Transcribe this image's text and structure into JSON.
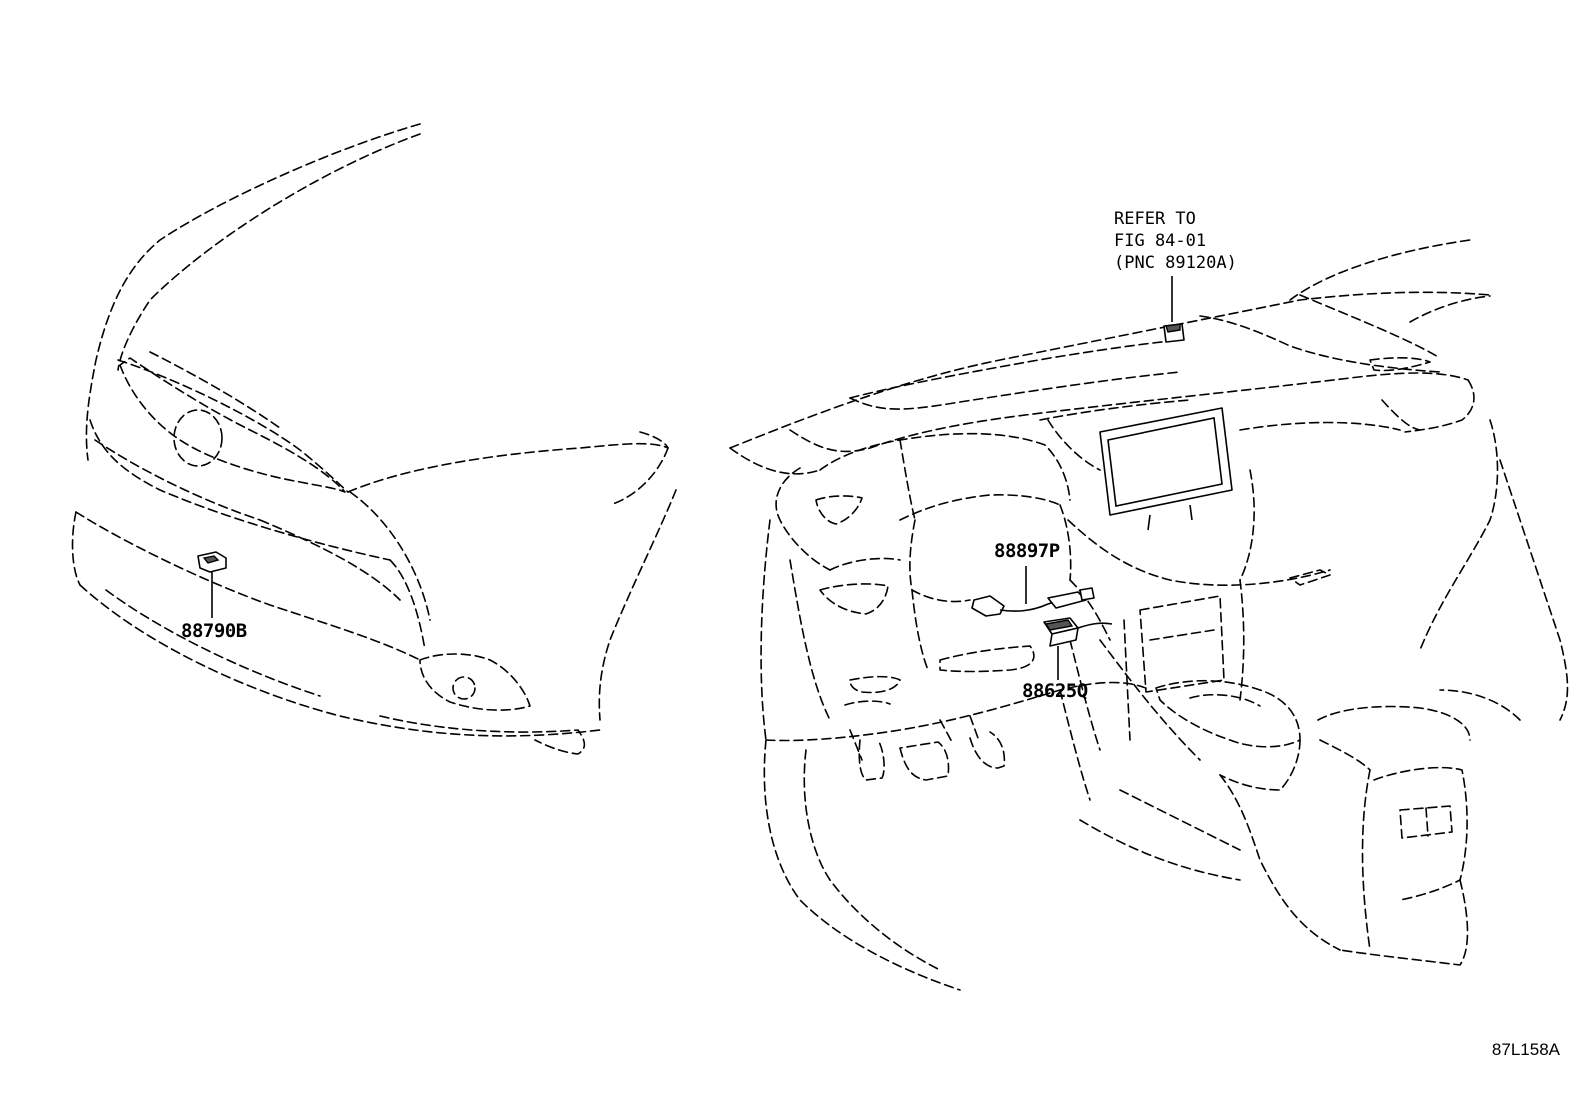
{
  "callouts": {
    "sensor_front": "88790B",
    "cable_instrument": "88897P",
    "amplifier": "88625Q"
  },
  "refer_note": {
    "line1": "REFER TO",
    "line2": "FIG 84-01",
    "line3": "(PNC 89120A)"
  },
  "figure_code": "87L158A"
}
